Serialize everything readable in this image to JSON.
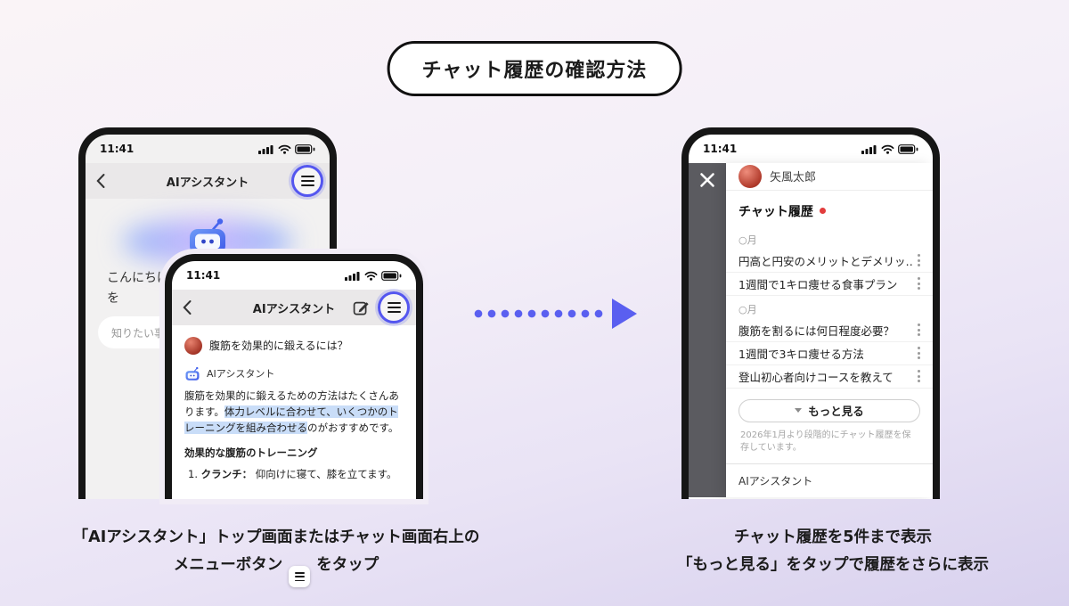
{
  "title": "チャット履歴の確認方法",
  "colors": {
    "accent_blue": "#5a5ff0",
    "menu_ring": "#5456ef",
    "badge_red": "#e23c3c",
    "highlight_blue": "#c9ddf8"
  },
  "icons": {
    "back": "chevron-left",
    "menu": "hamburger-menu",
    "edit": "compose",
    "close": "x-close",
    "kebab": "vertical-dots",
    "more": "chevron-down",
    "robot": "ai-robot"
  },
  "phone_top": {
    "time": "11:41",
    "nav_title": "AIアシスタント",
    "greeting_line1": "こんにちは",
    "greeting_line2": "を",
    "input_text": "知りたい事を"
  },
  "phone_chat": {
    "time": "11:41",
    "nav_title": "AIアシスタント",
    "user_message": "腹筋を効果的に鍛えるには？",
    "ai_name": "AIアシスタント",
    "answer_pre": "腹筋を効果的に鍛えるための方法はたくさんあります。",
    "answer_highlight": "体力レベルに合わせて、いくつかのトレーニングを組み合わせる",
    "answer_post": "のがおすすめです。",
    "heading": "効果的な腹筋のトレーニング",
    "list_num": "1.",
    "list_term": "クランチ：",
    "list_desc": "仰向けに寝て、膝を立てます。"
  },
  "phone_history": {
    "time": "11:41",
    "profile_name": "矢風太郎",
    "history_title": "チャット履歴",
    "groups": [
      {
        "label": "○月",
        "items": [
          "円高と円安のメリットとデメリッ…",
          "1週間で1キロ痩せる食事プラン"
        ]
      },
      {
        "label": "○月",
        "items": [
          "腹筋を割るには何日程度必要？",
          "1週間で3キロ痩せる方法",
          "登山初心者向けコースを教えて"
        ]
      }
    ],
    "more_label": "もっと見る",
    "footnote": "2026年1月より段階的にチャット履歴を保存しています。",
    "bottom_label": "AIアシスタント"
  },
  "captions": {
    "left_line1": "「AIアシスタント」トップ画面またはチャット画面右上の",
    "left_line2_pre": "メニューボタン",
    "left_line2_post": "をタップ",
    "right_line1": "チャット履歴を5件まで表示",
    "right_line2": "「もっと見る」をタップで履歴をさらに表示"
  }
}
